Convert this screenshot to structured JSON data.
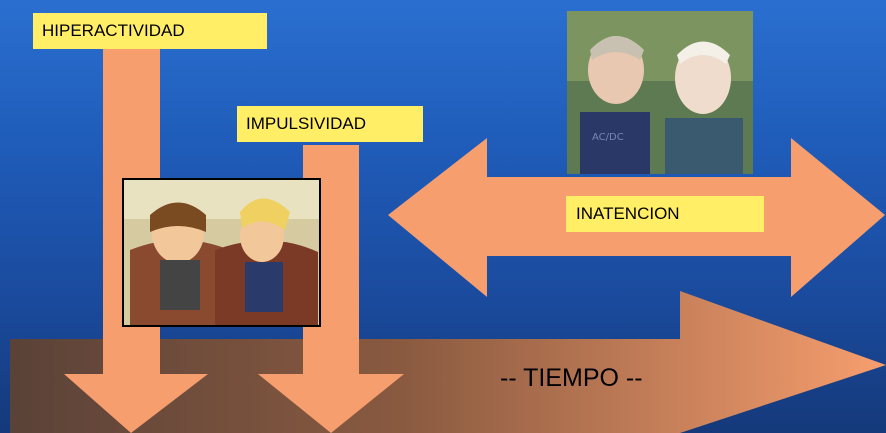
{
  "labels": {
    "hiperactividad": "HIPERACTIVIDAD",
    "impulsividad": "IMPULSIVIDAD",
    "inatencion": "INATENCION",
    "tiempo": "-- TIEMPO --"
  },
  "images": {
    "cartoon_photo": "cartoon-characters-fighting",
    "live_action_photo": "two-men-portrait"
  },
  "colors": {
    "arrow_fill": "#f79e6e",
    "label_fill": "#ffee66",
    "time_arrow_start": "#5a4238",
    "time_arrow_end": "#f79e6e"
  }
}
